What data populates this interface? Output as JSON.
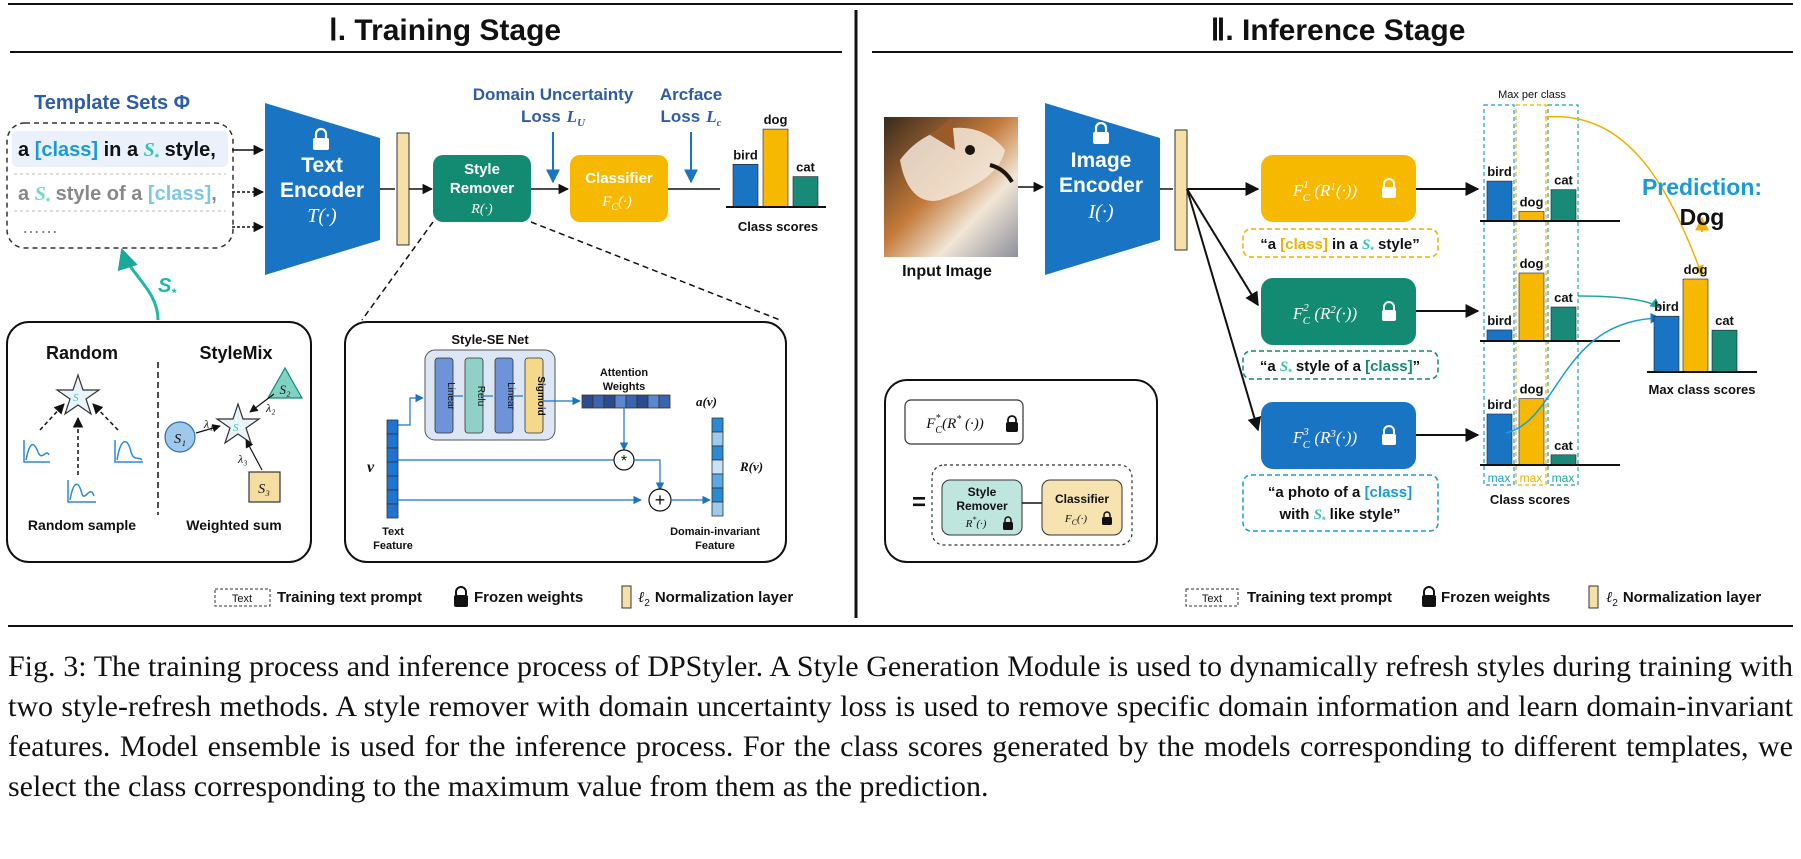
{
  "training": {
    "title": "Ⅰ. Training Stage",
    "template_sets_title": "Template Sets Φ",
    "template1": {
      "a": "a ",
      "cls": "[class]",
      "b": " in a ",
      "s": "S",
      "c": " style,"
    },
    "template2": {
      "a": "a ",
      "s": "S",
      "b": " style of a ",
      "cls": "[class]",
      "c": ","
    },
    "template_more": "……",
    "s_star": "S",
    "text_encoder": {
      "line1": "Text",
      "line2": "Encoder",
      "line3": "T(·)"
    },
    "style_remover": {
      "line1": "Style",
      "line2": "Remover",
      "line3": "R(·)"
    },
    "classifier": {
      "line1": "Classifier",
      "line2": "F"
    },
    "loss_u": {
      "line1": "Domain Uncertainty",
      "line2": "Loss"
    },
    "loss_c": {
      "line1": "Arcface",
      "line2": "Loss"
    },
    "class_scores_label": "Class scores",
    "random_title": "Random",
    "stylemix_title": "StyleMix",
    "random_sample": "Random sample",
    "weighted_sum": "Weighted sum",
    "se_net": {
      "title": "Style-SE Net",
      "linear": "Linear",
      "relu": "Relu",
      "sigmoid": "Sigmoid",
      "attention": "Attention",
      "weights": "Weights",
      "a_v": "a(v)",
      "v": "v",
      "r_v": "R(v)",
      "text_feature_1": "Text",
      "text_feature_2": "Feature",
      "invariant_1": "Domain-invariant",
      "invariant_2": "Feature"
    }
  },
  "inference": {
    "title": "Ⅱ. Inference Stage",
    "input_image": "Input Image",
    "image_encoder": {
      "line1": "Image",
      "line2": "Encoder",
      "line3": "I(·)"
    },
    "max_per_class": "Max per class",
    "prediction_label": "Prediction:",
    "prediction_value": "Dog",
    "max_class_scores": "Max class scores",
    "class_scores_label": "Class scores",
    "max_label": "max",
    "prompt1": {
      "a": "“a ",
      "cls": "[class]",
      "b": " in a ",
      "s": "S",
      "c": " style”"
    },
    "prompt2": {
      "a": "“a ",
      "s": "S",
      "b": " style of a ",
      "cls": "[class]",
      "c": "”"
    },
    "prompt3": {
      "line1a": "“a photo of a ",
      "cls": "[class]",
      "line2a": "with ",
      "s": "S",
      "line2b": " like style”"
    },
    "ensemble": {
      "style_remover_1": "Style",
      "style_remover_2": "Remover",
      "classifier": "Classifier",
      "equals": "="
    }
  },
  "classes": [
    "bird",
    "dog",
    "cat"
  ],
  "legend": {
    "text_box": "Text",
    "prompt": "Training text prompt",
    "frozen": "Frozen weights",
    "norm": "Normalization layer"
  },
  "chart_data": [
    {
      "type": "bar",
      "categories": [
        "bird",
        "dog",
        "cat"
      ],
      "values": [
        0.45,
        0.82,
        0.32
      ],
      "xlabel": "Class scores"
    },
    {
      "type": "bar",
      "categories": [
        "bird",
        "dog",
        "cat"
      ],
      "values": [
        0.42,
        0.1,
        0.33
      ]
    },
    {
      "type": "bar",
      "categories": [
        "bird",
        "dog",
        "cat"
      ],
      "values": [
        0.13,
        0.8,
        0.4
      ]
    },
    {
      "type": "bar",
      "categories": [
        "bird",
        "dog",
        "cat"
      ],
      "values": [
        0.6,
        0.78,
        0.12
      ]
    },
    {
      "type": "bar",
      "categories": [
        "bird",
        "dog",
        "cat"
      ],
      "values": [
        0.6,
        1.0,
        0.45
      ],
      "xlabel": "Max class scores"
    }
  ],
  "colors": {
    "blue": "#1a74c4",
    "teal": "#138a72",
    "gold": "#f7b800",
    "s_teal": "#33c4b0",
    "class_blue": "#27a6e5"
  },
  "caption": "Fig. 3: The training process and inference process of DPStyler. A Style Generation Module is used to dynamically refresh styles during training with two style-refresh methods. A style remover with domain uncertainty loss is used to remove specific domain information and learn domain-invariant features. Model ensemble is used for the inference process. For the class scores generated by the models corresponding to different templates, we select the class corresponding to the maximum value from them as the prediction."
}
